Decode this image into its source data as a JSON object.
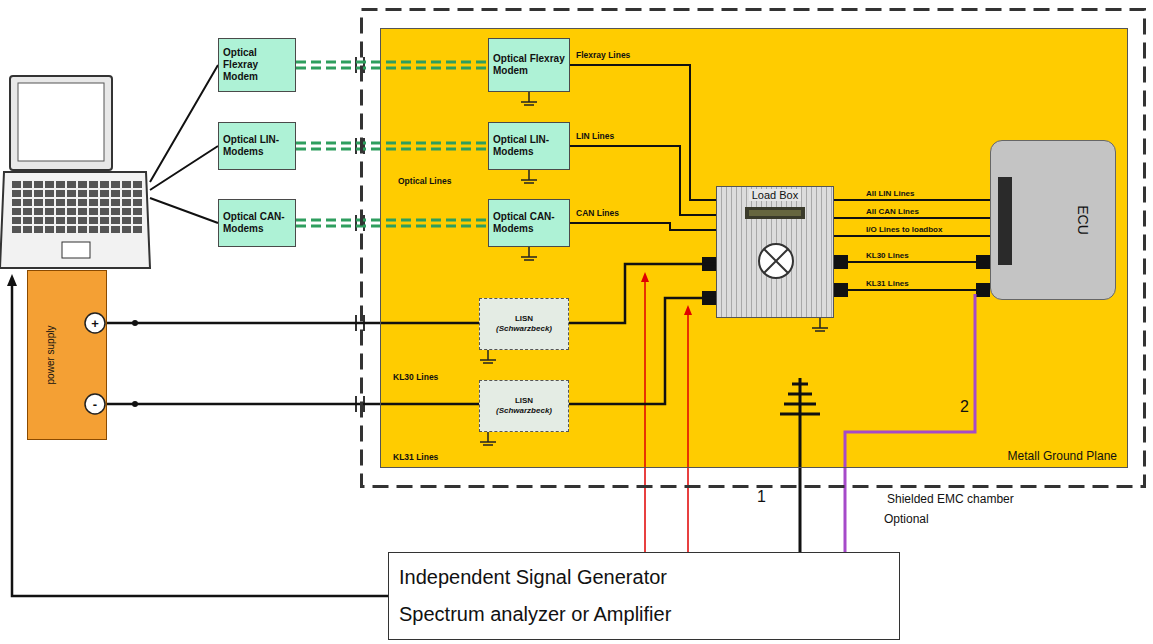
{
  "diagram": {
    "nodes": [
      {
        "text": [
          "Optical Flexray Modem"
        ]
      },
      {
        "text": [
          "Optical LIN-Modems"
        ]
      },
      {
        "text": [
          "Optical CAN-Modems"
        ]
      },
      {
        "text": [
          "Shielded EMC chamber"
        ]
      },
      {
        "text": [
          "Metall Ground Plane"
        ],
        "in": 3
      },
      {
        "text": [
          "Optical Flexray Modem"
        ],
        "in": 4
      },
      {
        "text": [
          "Optical LIN-Modems"
        ],
        "in": 4
      },
      {
        "text": [
          "Optical CAN-Modems"
        ],
        "in": 4
      },
      {
        "text": [
          "Load Box"
        ],
        "in": 4
      },
      {
        "text": [
          "ECU"
        ],
        "in": 4
      },
      {
        "text": [
          "power supply"
        ]
      },
      {
        "text": [
          "LISN",
          "(Schwarzbeck)"
        ],
        "in": 4
      },
      {
        "text": [
          "LISN",
          "(Schwarzbeck)"
        ],
        "in": 4
      },
      {
        "text": [
          "Independent Signal Generator Spectrum analyzer or Amplifier"
        ]
      }
    ],
    "edges": [
      {
        "from": 0,
        "to": 5,
        "arrow": "none"
      },
      {
        "from": 1,
        "to": 6,
        "arrow": "none"
      },
      {
        "from": 2,
        "to": 7,
        "arrow": "none"
      },
      {
        "from": 5,
        "to": 8,
        "arrow": "none"
      },
      {
        "from": 6,
        "to": 8,
        "arrow": "none"
      },
      {
        "from": 7,
        "to": 8,
        "arrow": "none"
      },
      {
        "from": 8,
        "to": 9,
        "label": "All LIN Lines",
        "arrow": "none"
      },
      {
        "from": 8,
        "to": 9,
        "label": "All CAN Lines",
        "arrow": "none"
      },
      {
        "from": 8,
        "to": 9,
        "label": "I/O Lines to loadbox",
        "arrow": "none"
      },
      {
        "from": 8,
        "to": 9,
        "label": "KL30 Lines",
        "arrow": "none"
      },
      {
        "from": 8,
        "to": 9,
        "label": "KL31 Lines",
        "arrow": "none"
      },
      {
        "from": 10,
        "to": 11,
        "arrow": "none"
      },
      {
        "from": 10,
        "to": 12,
        "arrow": "none"
      },
      {
        "from": 11,
        "to": 8,
        "arrow": "none"
      },
      {
        "from": 12,
        "to": 8,
        "arrow": "none"
      }
    ],
    "labels": [
      "Optical Lines",
      "Flexray Lines",
      "LIN Lines",
      "CAN Lines",
      "KL30 Lines",
      "KL31 Lines",
      "+",
      "-",
      "1",
      "2",
      "Optional"
    ]
  }
}
